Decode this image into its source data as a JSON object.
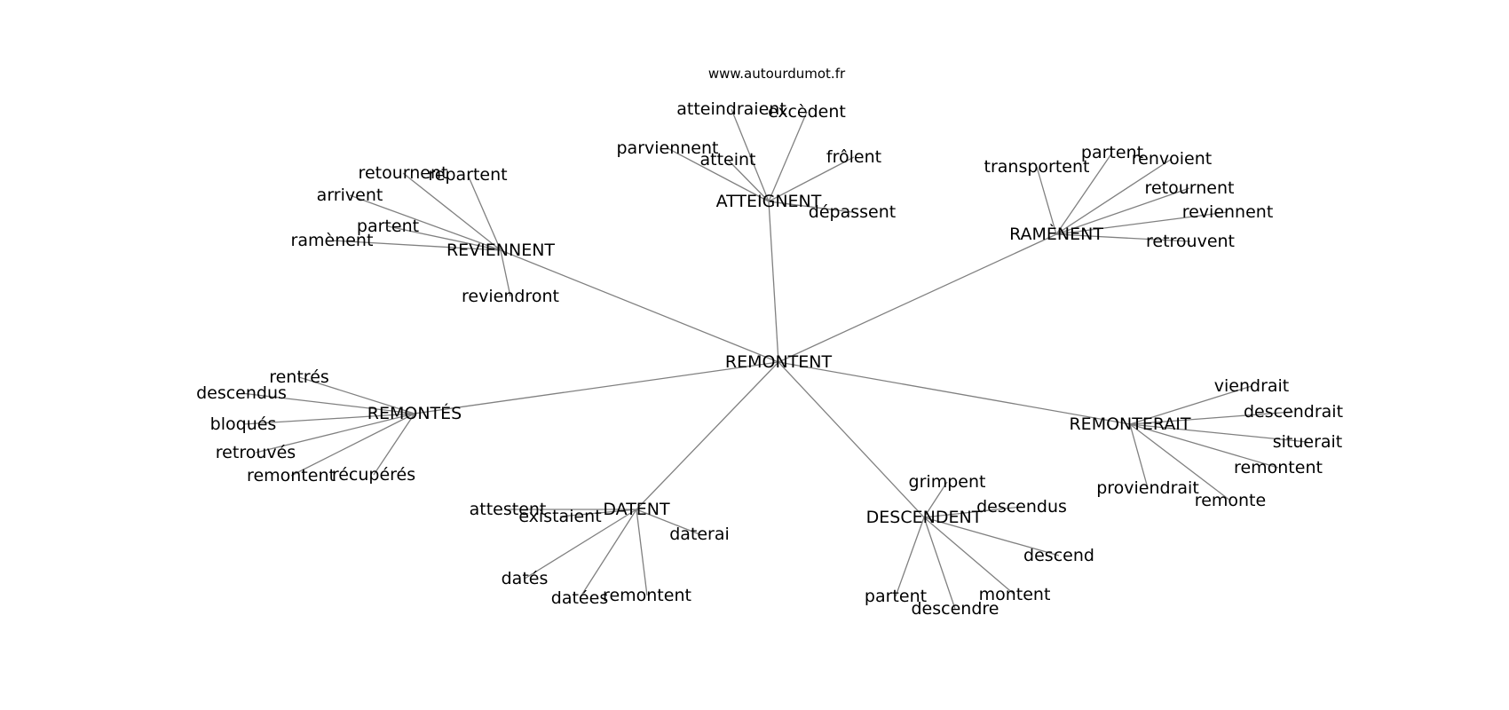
{
  "source_label": "www.autourdumot.fr",
  "center": "REMONTENT",
  "clusters": [
    {
      "id": "atteignent",
      "label": "ATTEIGNENT",
      "leaves": [
        "atteindraient",
        "excèdent",
        "parviennent",
        "atteint",
        "frôlent",
        "dépassent"
      ]
    },
    {
      "id": "reviennent",
      "label": "REVIENNENT",
      "leaves": [
        "retournent",
        "repartent",
        "arrivent",
        "partent",
        "ramènent",
        "reviendront"
      ]
    },
    {
      "id": "ramenent",
      "label": "RAMÈNENT",
      "leaves": [
        "transportent",
        "partent",
        "renvoient",
        "retournent",
        "reviennent",
        "retrouvent"
      ]
    },
    {
      "id": "remontes",
      "label": "REMONTÉS",
      "leaves": [
        "rentrés",
        "descendus",
        "bloqués",
        "retrouvés",
        "remontent",
        "récupérés"
      ]
    },
    {
      "id": "remonterait",
      "label": "REMONTERAIT",
      "leaves": [
        "viendrait",
        "descendrait",
        "situerait",
        "remontent",
        "proviendrait",
        "remonte"
      ]
    },
    {
      "id": "datent",
      "label": "DATENT",
      "leaves": [
        "attestent",
        "existaient",
        "daterai",
        "datés",
        "datées",
        "remontent"
      ]
    },
    {
      "id": "descendent",
      "label": "DESCENDENT",
      "leaves": [
        "grimpent",
        "descendus",
        "descend",
        "partent",
        "descendre",
        "montent"
      ]
    }
  ]
}
